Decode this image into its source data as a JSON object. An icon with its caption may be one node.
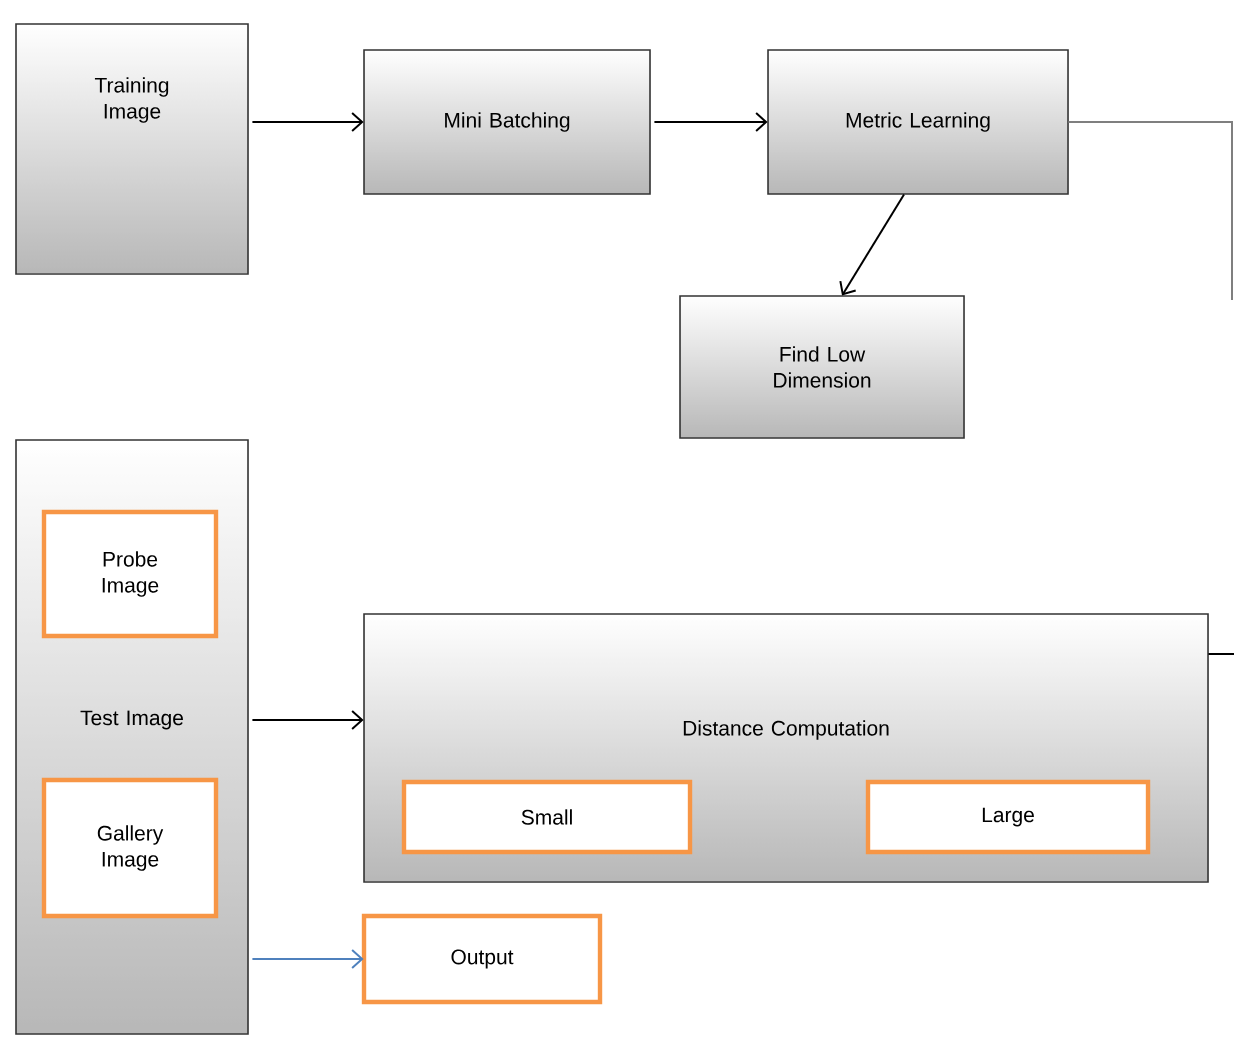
{
  "diagram": {
    "nodes": [
      {
        "text": [
          "Training Image"
        ]
      },
      {
        "text": [
          "Mini Batching"
        ]
      },
      {
        "text": [
          "Metric Learning"
        ]
      },
      {
        "text": [
          "Find Low Dimension"
        ]
      },
      {
        "text": [
          "Test Image"
        ]
      },
      {
        "text": [
          "Probe Image"
        ],
        "in": 4
      },
      {
        "text": [
          "Gallery Image"
        ],
        "in": 4
      },
      {
        "text": [
          "Distance Computation"
        ]
      },
      {
        "text": [
          "Small"
        ],
        "in": 7
      },
      {
        "text": [
          "Large"
        ],
        "in": 7
      },
      {
        "text": [
          "Output"
        ]
      }
    ],
    "edges": [
      {
        "from": 0,
        "to": 1,
        "arrow": "to"
      },
      {
        "from": 1,
        "to": 2,
        "arrow": "to"
      },
      {
        "from": 2,
        "to": 3,
        "arrow": "to"
      },
      {
        "from": 2,
        "to": null,
        "arrow": "none",
        "color": "#7f7f7f"
      },
      {
        "from": 4,
        "to": 7,
        "arrow": "to"
      },
      {
        "from": 7,
        "to": null,
        "arrow": "none"
      },
      {
        "from": 4,
        "to": 10,
        "arrow": "to",
        "color": "#4f81bd"
      }
    ]
  }
}
